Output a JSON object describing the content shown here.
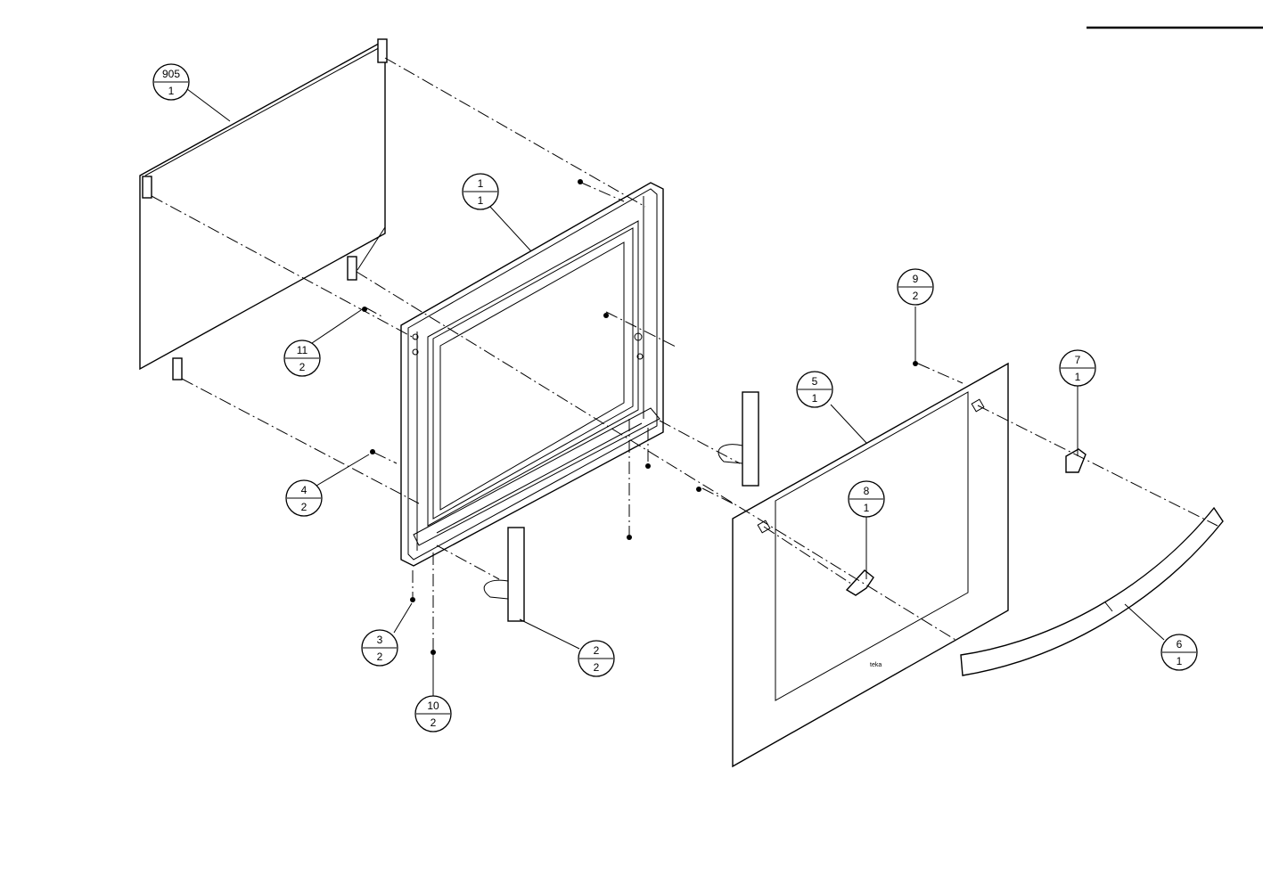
{
  "callouts": [
    {
      "id": "callout-905",
      "part": "905",
      "qty": "1"
    },
    {
      "id": "callout-1",
      "part": "1",
      "qty": "1"
    },
    {
      "id": "callout-11",
      "part": "11",
      "qty": "2"
    },
    {
      "id": "callout-9",
      "part": "9",
      "qty": "2"
    },
    {
      "id": "callout-7",
      "part": "7",
      "qty": "1"
    },
    {
      "id": "callout-5",
      "part": "5",
      "qty": "1"
    },
    {
      "id": "callout-8",
      "part": "8",
      "qty": "1"
    },
    {
      "id": "callout-4",
      "part": "4",
      "qty": "2"
    },
    {
      "id": "callout-3",
      "part": "3",
      "qty": "2"
    },
    {
      "id": "callout-2",
      "part": "2",
      "qty": "2"
    },
    {
      "id": "callout-10",
      "part": "10",
      "qty": "2"
    },
    {
      "id": "callout-6",
      "part": "6",
      "qty": "1"
    }
  ]
}
